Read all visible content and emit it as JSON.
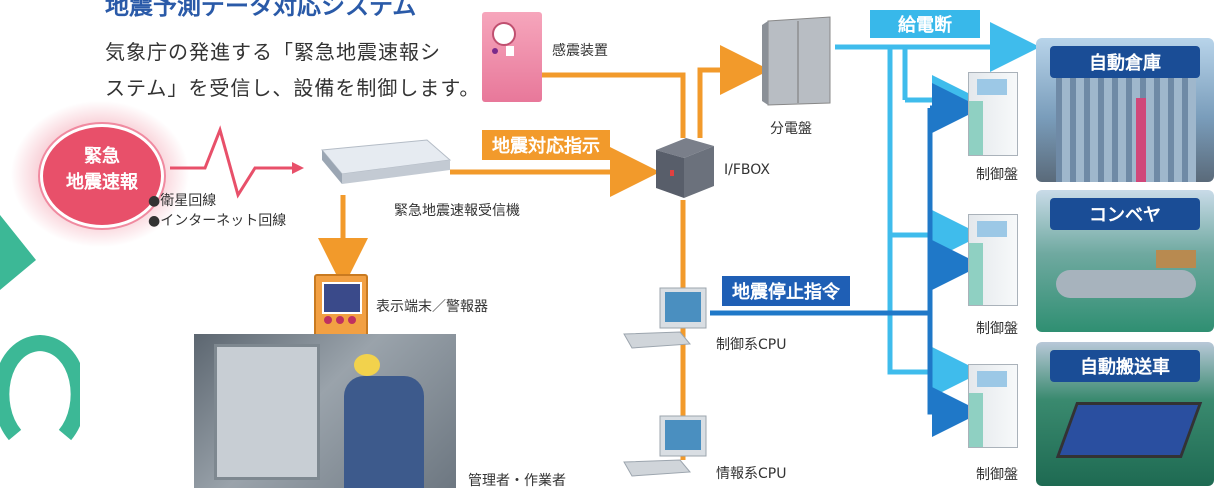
{
  "title": "地震予測データ対応システム",
  "description": {
    "line1": "気象庁の発進する「緊急地震速報シ",
    "line2": "ステム」を受信し、設備を制御します。"
  },
  "source": {
    "line1": "緊急",
    "line2": "地震速報",
    "channel1": "●衛星回線",
    "channel2": "●インターネット回線"
  },
  "devices": {
    "receiver": "緊急地震速報受信機",
    "sensor": "感震装置",
    "panel": "分電盤",
    "ifbox": "I/FBOX",
    "terminal": "表示端末／警報器",
    "control_cpu": "制御系CPU",
    "info_cpu": "情報系CPU",
    "operator": "管理者・作業者",
    "ctrl1": "制御盤",
    "ctrl2": "制御盤",
    "ctrl3": "制御盤"
  },
  "tags": {
    "earthquake_response": "地震対応指示",
    "earthquake_stop": "地震停止指令",
    "power_cut": "給電断"
  },
  "equipment": {
    "warehouse": "自動倉庫",
    "conveyor": "コンベヤ",
    "agv": "自動搬送車"
  },
  "colors": {
    "orange": "#f29a2b",
    "blue": "#1f78c8",
    "cyan": "#3fbcec",
    "red_alert": "#e8506a",
    "label_navy": "#1a4d96"
  }
}
